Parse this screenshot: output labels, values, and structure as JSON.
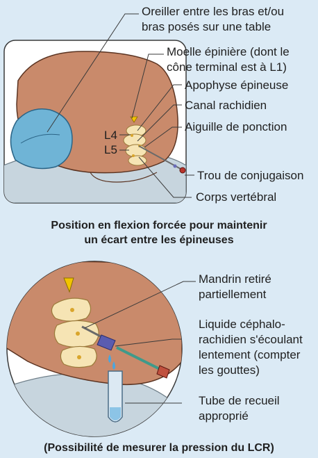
{
  "labels": {
    "oreiller_line1": "Oreiller entre les bras et/ou",
    "oreiller_line2": "bras posés sur une table",
    "moelle_line1": "Moelle épinière (dont le",
    "moelle_line2": "cône terminal est à L1)",
    "apophyse": "Apophyse épineuse",
    "canal": "Canal rachidien",
    "aiguille": "Aiguille de ponction",
    "l4": "L4",
    "l5": "L5",
    "trou": "Trou de conjugaison",
    "corps": "Corps vertébral",
    "mandrin_line1": "Mandrin retiré",
    "mandrin_line2": "partiellement",
    "lcr_line1": "Liquide céphalo-",
    "lcr_line2": "rachidien s'écoulant",
    "lcr_line3": "lentement (compter",
    "lcr_line4": "les gouttes)",
    "tube_line1": "Tube de recueil",
    "tube_line2": "approprié"
  },
  "captions": {
    "top_line1": "Position en flexion forcée pour maintenir",
    "top_line2": "un écart entre les épineuses",
    "bottom": "(Possibilité de mesurer la pression du LCR)"
  },
  "colors": {
    "background": "#dbeaf5",
    "skin": "#c98a6b",
    "pillow": "#6fb4d6",
    "vertebra": "#f6e4b4",
    "spinal_cord": "#f2c400",
    "needle_hub": "#b8342c",
    "csf_drop": "#4aa6df"
  }
}
